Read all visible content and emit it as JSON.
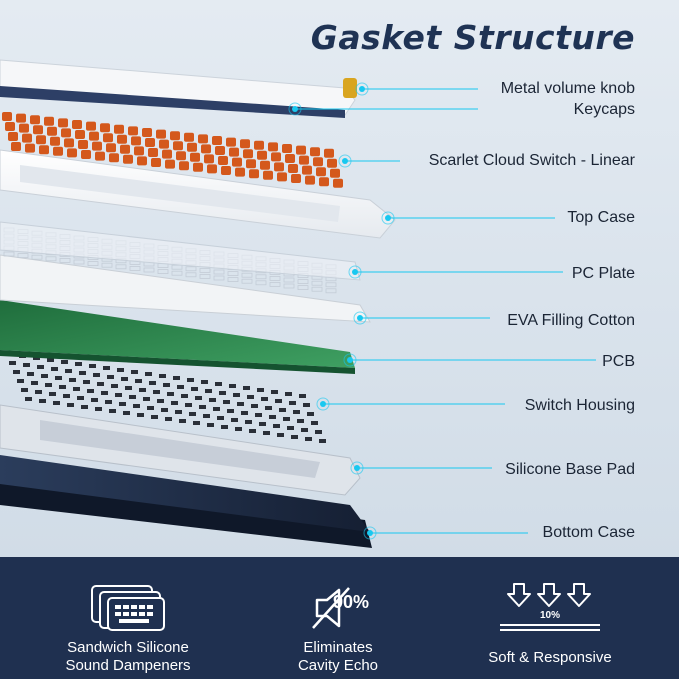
{
  "title": "Gasket Structure",
  "colors": {
    "title": "#1f3354",
    "accent_cyan": "#18c8f0",
    "footer_bg": "#1f3050",
    "switch_orange": "#d4581c",
    "pcb_green": "#2e8a4f",
    "case_navy": "#1e2a44"
  },
  "labels": [
    "Metal volume knob",
    "Keycaps",
    "Scarlet Cloud Switch - Linear",
    "Top Case",
    "PC Plate",
    "EVA Filling Cotton",
    "PCB",
    "Switch Housing",
    "Silicone Base Pad",
    "Bottom Case"
  ],
  "features": [
    {
      "line1": "Sandwich Silicone",
      "line2": "Sound Dampeners",
      "icon": "layered-dampener-icon"
    },
    {
      "line1": "Eliminates",
      "line2": "Cavity Echo",
      "icon": "muted-speaker-icon",
      "badge": "90%"
    },
    {
      "line1": "Soft & Responsive",
      "icon": "down-arrows-icon",
      "badge": "10%"
    }
  ]
}
